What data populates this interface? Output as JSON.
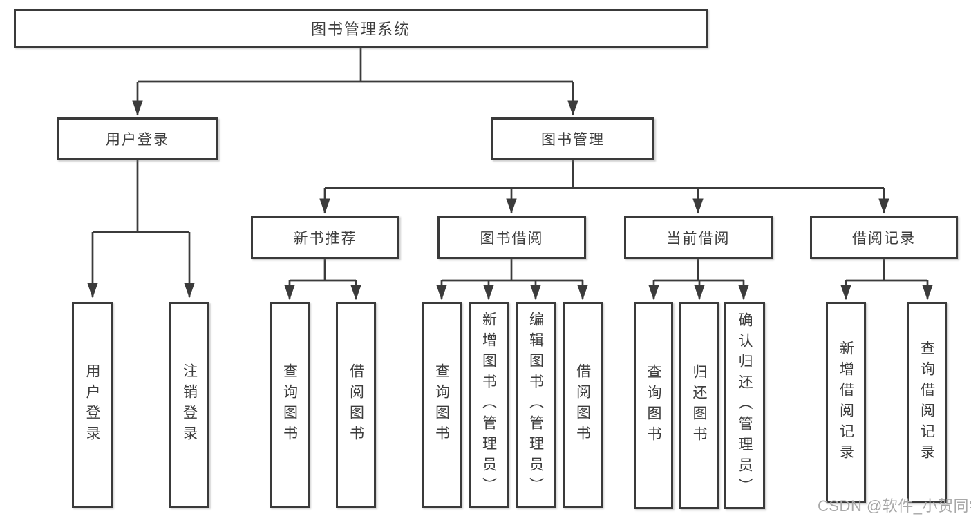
{
  "diagram": {
    "root": "图书管理系统",
    "branches": {
      "user_login": "用户登录",
      "book_mgmt": "图书管理"
    },
    "modules": {
      "new_book": "新书推荐",
      "book_borrow": "图书借阅",
      "current_borrow": "当前借阅",
      "borrow_record": "借阅记录"
    },
    "leaves": {
      "user_login": [
        "用户登录",
        "注销登录"
      ],
      "new_book": [
        "查询图书",
        "借阅图书"
      ],
      "book_borrow": [
        "查询图书",
        "新增图书（管理员）",
        "编辑图书（管理员）",
        "借阅图书"
      ],
      "current_borrow": [
        "查询图书",
        "归还图书",
        "确认归还（管理员）"
      ],
      "borrow_record": [
        "新增借阅记录",
        "查询借阅记录"
      ]
    }
  },
  "watermark": "CSDN @软件_小贺同学",
  "colors": {
    "line": "#3b3b3b",
    "box_border": "#3a3a3a",
    "box_bg": "#ffffff",
    "text": "#3d3d3d",
    "watermark": "#a8a8a8"
  }
}
